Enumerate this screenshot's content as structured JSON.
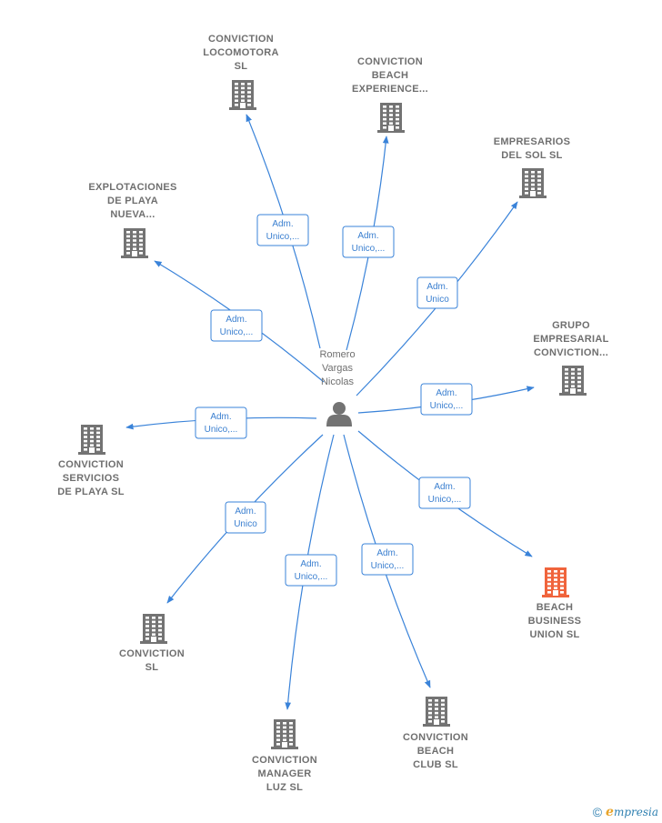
{
  "colors": {
    "edge": "#3a83d9",
    "building": "#737373",
    "highlight": "#f0643c",
    "text": "#6f6f6f"
  },
  "center": {
    "id": "person",
    "name_lines": [
      "Romero",
      "Vargas",
      "Nicolas"
    ],
    "icon": "person-icon"
  },
  "nodes": [
    {
      "id": "locomotora",
      "name_lines": [
        "CONVICTION",
        "LOCOMOTORA",
        "SL"
      ],
      "icon": "building-icon",
      "highlight": false
    },
    {
      "id": "beach-experience",
      "name_lines": [
        "CONVICTION",
        "BEACH",
        "EXPERIENCE..."
      ],
      "icon": "building-icon",
      "highlight": false
    },
    {
      "id": "empresarios-sol",
      "name_lines": [
        "EMPRESARIOS",
        "DEL SOL  SL"
      ],
      "icon": "building-icon",
      "highlight": false
    },
    {
      "id": "explotaciones-playa",
      "name_lines": [
        "EXPLOTACIONES",
        "DE PLAYA",
        "NUEVA..."
      ],
      "icon": "building-icon",
      "highlight": false
    },
    {
      "id": "grupo-empresarial",
      "name_lines": [
        "GRUPO",
        "EMPRESARIAL",
        "CONVICTION..."
      ],
      "icon": "building-icon",
      "highlight": false
    },
    {
      "id": "servicios-playa",
      "name_lines": [
        "CONVICTION",
        "SERVICIOS",
        "DE PLAYA  SL"
      ],
      "icon": "building-icon",
      "highlight": false
    },
    {
      "id": "beach-business-union",
      "name_lines": [
        "BEACH",
        "BUSINESS",
        "UNION  SL"
      ],
      "icon": "building-icon",
      "highlight": true
    },
    {
      "id": "conviction-sl",
      "name_lines": [
        "CONVICTION",
        "SL"
      ],
      "icon": "building-icon",
      "highlight": false
    },
    {
      "id": "manager-luz",
      "name_lines": [
        "CONVICTION",
        "MANAGER",
        "LUZ  SL"
      ],
      "icon": "building-icon",
      "highlight": false
    },
    {
      "id": "beach-club",
      "name_lines": [
        "CONVICTION",
        "BEACH",
        "CLUB  SL"
      ],
      "icon": "building-icon",
      "highlight": false
    }
  ],
  "edges": [
    {
      "target": "locomotora",
      "label_lines": [
        "Adm.",
        "Unico,..."
      ]
    },
    {
      "target": "beach-experience",
      "label_lines": [
        "Adm.",
        "Unico,..."
      ]
    },
    {
      "target": "empresarios-sol",
      "label_lines": [
        "Adm.",
        "Unico"
      ]
    },
    {
      "target": "explotaciones-playa",
      "label_lines": [
        "Adm.",
        "Unico,..."
      ]
    },
    {
      "target": "grupo-empresarial",
      "label_lines": [
        "Adm.",
        "Unico,..."
      ]
    },
    {
      "target": "servicios-playa",
      "label_lines": [
        "Adm.",
        "Unico,..."
      ]
    },
    {
      "target": "beach-business-union",
      "label_lines": [
        "Adm.",
        "Unico,..."
      ]
    },
    {
      "target": "conviction-sl",
      "label_lines": [
        "Adm.",
        "Unico"
      ]
    },
    {
      "target": "manager-luz",
      "label_lines": [
        "Adm.",
        "Unico,..."
      ]
    },
    {
      "target": "beach-club",
      "label_lines": [
        "Adm.",
        "Unico,..."
      ]
    }
  ],
  "footer": {
    "copyright": "©",
    "brand_initial": "e",
    "brand_rest": "mpresia"
  }
}
